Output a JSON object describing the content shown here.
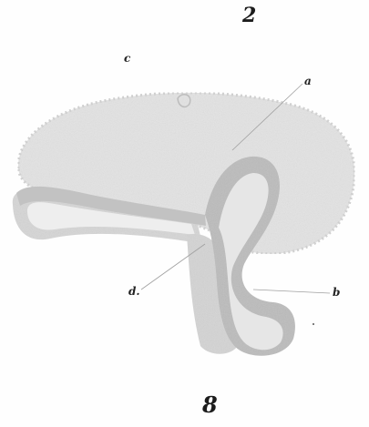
{
  "figure": {
    "plate_number_top": "2",
    "plate_number_bottom": "8",
    "labels": {
      "a": "a",
      "b": "b",
      "c": "c",
      "d": "d."
    },
    "colors": {
      "mass_fill": "#e3e3e3",
      "mass_edge": "#cfcfcf",
      "tube_outer": "#c9c9c9",
      "tube_dark": "#b4b4b4",
      "tube_inner": "#ececec",
      "leader_line": "#a0a0a0"
    }
  }
}
